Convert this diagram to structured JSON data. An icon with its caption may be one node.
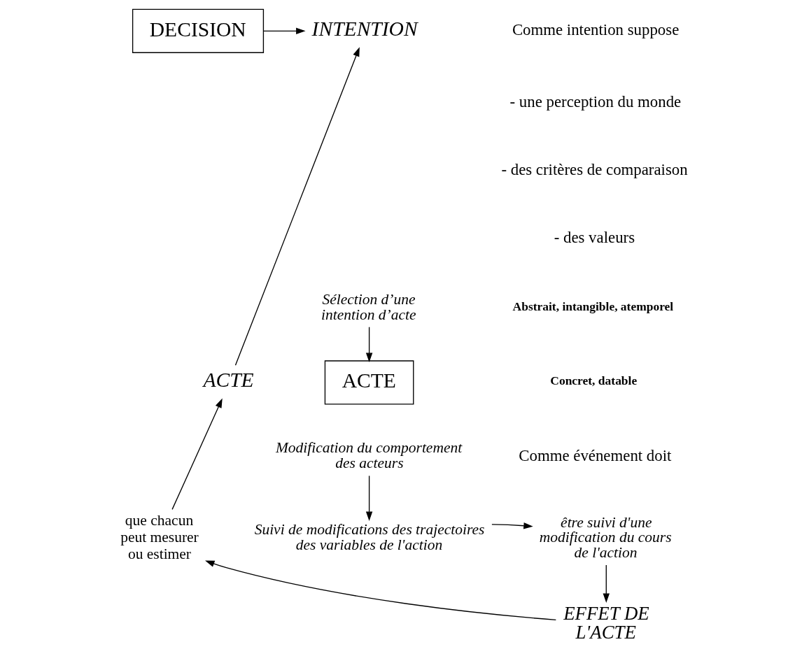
{
  "diagram": {
    "nodes": [
      {
        "text": [
          "DECISION"
        ]
      },
      {
        "text": [
          "INTENTION"
        ]
      },
      {
        "text": [
          "Sélection d’une intention d’acte"
        ]
      },
      {
        "text": [
          "ACTE"
        ]
      },
      {
        "text": [
          "ACTE"
        ]
      },
      {
        "text": [
          "Modification du comportement des acteurs"
        ]
      },
      {
        "text": [
          "Suivi de modifications des trajectoires des variables de l'action"
        ]
      },
      {
        "text": [
          "être suivi d'une modification du cours de l'action"
        ]
      },
      {
        "text": [
          "que chacun peut mesurer ou estimer"
        ]
      },
      {
        "text": [
          "EFFET DE L'ACTE"
        ]
      }
    ],
    "edges": [
      {
        "from": 0,
        "to": 1,
        "arrow": "to"
      },
      {
        "from": 2,
        "to": 3,
        "arrow": "to"
      },
      {
        "from": 4,
        "to": 1,
        "arrow": "to"
      },
      {
        "from": 5,
        "to": 6,
        "arrow": "to"
      },
      {
        "from": 6,
        "to": 7,
        "arrow": "to"
      },
      {
        "from": 8,
        "to": 4,
        "arrow": "to"
      },
      {
        "from": 9,
        "to": 8,
        "arrow": "to"
      },
      {
        "from": 7,
        "to": 9,
        "arrow": "to"
      }
    ],
    "labels": [
      "Comme intention suppose",
      "- une perception du monde",
      "- des critères de comparaison",
      "- des valeurs",
      "Abstrait, intangible, atemporel",
      "Concret, datable",
      "Comme événement doit"
    ]
  }
}
